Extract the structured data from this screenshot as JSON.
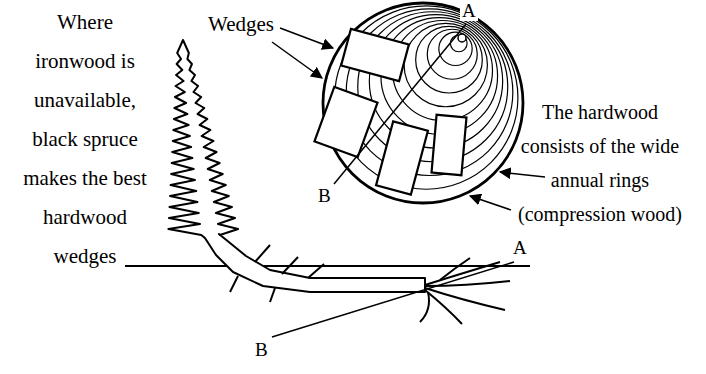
{
  "diagram": {
    "labels": [
      "Where ironwood is unavailable, black spruce makes the best hardwood wedges",
      "Wedges",
      "A",
      "B",
      "The hardwood consists of the wide annual rings (compression wood)",
      "A",
      "B"
    ]
  }
}
